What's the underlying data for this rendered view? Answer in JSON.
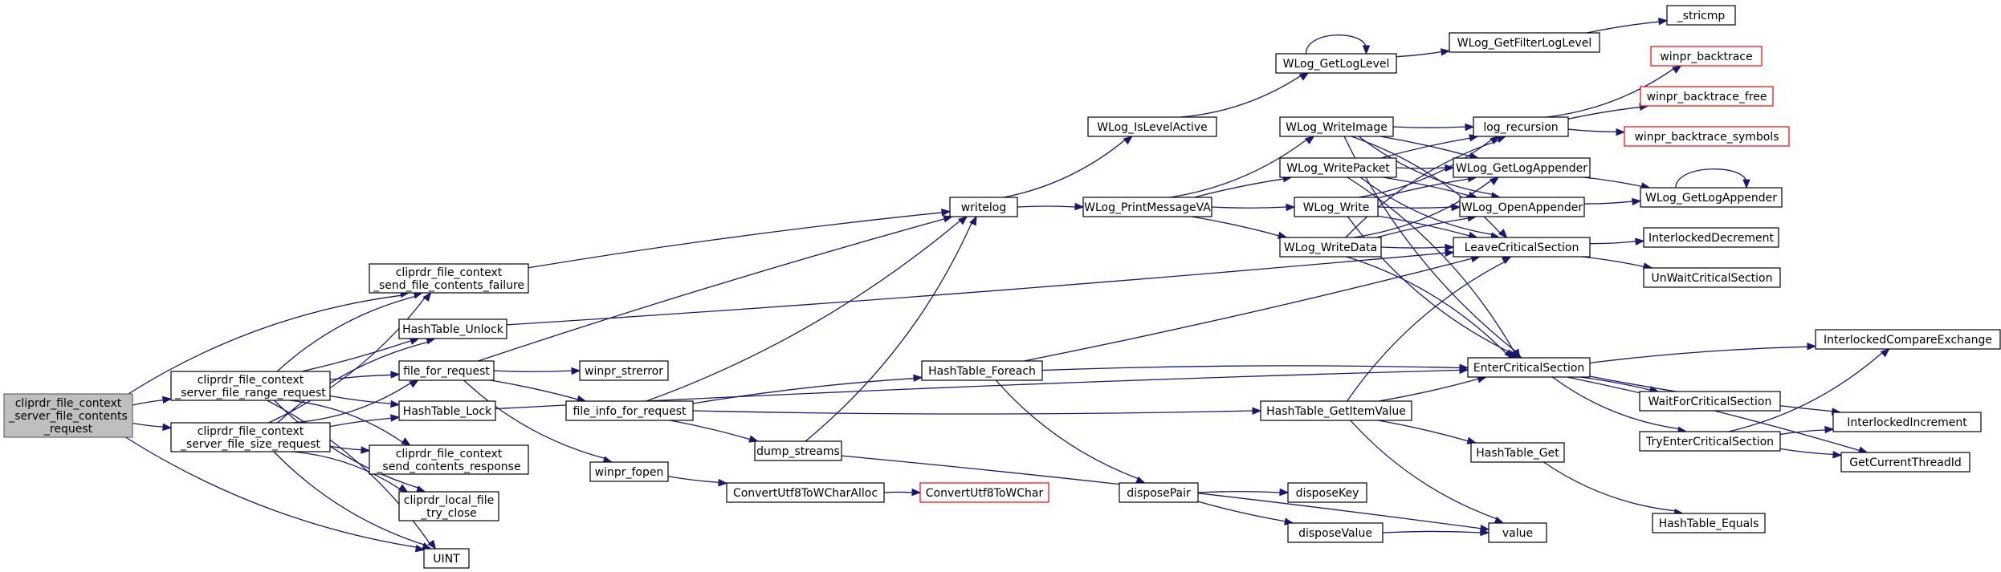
{
  "colors": {
    "edge": "#191970",
    "node_fill": "#ffffff",
    "node_border": "#000000",
    "missing_border": "#ff0000",
    "focus_fill": "#bfbfbf",
    "focus_border": "#666666"
  },
  "nodes": [
    {
      "id": "root",
      "lines": [
        "cliprdr_file_context",
        "_server_file_contents",
        "_request"
      ],
      "style": "focus"
    },
    {
      "id": "range_req",
      "lines": [
        "cliprdr_file_context",
        "_server_file_range_request"
      ],
      "style": "normal"
    },
    {
      "id": "size_req",
      "lines": [
        "cliprdr_file_context",
        "_server_file_size_request"
      ],
      "style": "normal"
    },
    {
      "id": "send_failure",
      "lines": [
        "cliprdr_file_context",
        "_send_file_contents_failure"
      ],
      "style": "normal"
    },
    {
      "id": "ht_unlock",
      "lines": [
        "HashTable_Unlock"
      ],
      "style": "normal"
    },
    {
      "id": "file_for_request",
      "lines": [
        "file_for_request"
      ],
      "style": "normal"
    },
    {
      "id": "ht_lock",
      "lines": [
        "HashTable_Lock"
      ],
      "style": "normal"
    },
    {
      "id": "send_response",
      "lines": [
        "cliprdr_file_context",
        "_send_contents_response"
      ],
      "style": "normal"
    },
    {
      "id": "local_try_close",
      "lines": [
        "cliprdr_local_file",
        "_try_close"
      ],
      "style": "normal"
    },
    {
      "id": "uint",
      "lines": [
        "UINT"
      ],
      "style": "normal"
    },
    {
      "id": "winpr_strerror",
      "lines": [
        "winpr_strerror"
      ],
      "style": "normal"
    },
    {
      "id": "file_info_for_request",
      "lines": [
        "file_info_for_request"
      ],
      "style": "normal"
    },
    {
      "id": "winpr_fopen",
      "lines": [
        "winpr_fopen"
      ],
      "style": "normal"
    },
    {
      "id": "dump_streams",
      "lines": [
        "dump_streams"
      ],
      "style": "normal"
    },
    {
      "id": "cu8alloc",
      "lines": [
        "ConvertUtf8ToWCharAlloc"
      ],
      "style": "normal"
    },
    {
      "id": "cu8",
      "lines": [
        "ConvertUtf8ToWChar"
      ],
      "style": "missing"
    },
    {
      "id": "writelog",
      "lines": [
        "writelog"
      ],
      "style": "normal"
    },
    {
      "id": "ht_foreach",
      "lines": [
        "HashTable_Foreach"
      ],
      "style": "normal"
    },
    {
      "id": "wlog_isactive",
      "lines": [
        "WLog_IsLevelActive"
      ],
      "style": "normal"
    },
    {
      "id": "wlog_printva",
      "lines": [
        "WLog_PrintMessageVA"
      ],
      "style": "normal"
    },
    {
      "id": "ht_getitem",
      "lines": [
        "HashTable_GetItemValue"
      ],
      "style": "normal"
    },
    {
      "id": "dispose_pair",
      "lines": [
        "disposePair"
      ],
      "style": "normal"
    },
    {
      "id": "wlog_getlevel",
      "lines": [
        "WLog_GetLogLevel"
      ],
      "style": "normal"
    },
    {
      "id": "wlog_writeimage",
      "lines": [
        "WLog_WriteImage"
      ],
      "style": "normal"
    },
    {
      "id": "wlog_writepacket",
      "lines": [
        "WLog_WritePacket"
      ],
      "style": "normal"
    },
    {
      "id": "wlog_write",
      "lines": [
        "WLog_Write"
      ],
      "style": "normal"
    },
    {
      "id": "wlog_writedata",
      "lines": [
        "WLog_WriteData"
      ],
      "style": "normal"
    },
    {
      "id": "dispose_key",
      "lines": [
        "disposeKey"
      ],
      "style": "normal"
    },
    {
      "id": "dispose_value",
      "lines": [
        "disposeValue"
      ],
      "style": "normal"
    },
    {
      "id": "ht_get",
      "lines": [
        "HashTable_Get"
      ],
      "style": "normal"
    },
    {
      "id": "wlog_getfilter",
      "lines": [
        "WLog_GetFilterLogLevel"
      ],
      "style": "normal"
    },
    {
      "id": "log_recursion",
      "lines": [
        "log_recursion"
      ],
      "style": "normal"
    },
    {
      "id": "wlog_getlogappender1",
      "lines": [
        "WLog_GetLogAppender"
      ],
      "style": "normal"
    },
    {
      "id": "wlog_openappender",
      "lines": [
        "WLog_OpenAppender"
      ],
      "style": "normal"
    },
    {
      "id": "leave_cs",
      "lines": [
        "LeaveCriticalSection"
      ],
      "style": "normal"
    },
    {
      "id": "enter_cs",
      "lines": [
        "EnterCriticalSection"
      ],
      "style": "normal"
    },
    {
      "id": "value",
      "lines": [
        "value"
      ],
      "style": "normal"
    },
    {
      "id": "stricmp",
      "lines": [
        "_stricmp"
      ],
      "style": "normal"
    },
    {
      "id": "bt",
      "lines": [
        "winpr_backtrace"
      ],
      "style": "missing"
    },
    {
      "id": "bt_free",
      "lines": [
        "winpr_backtrace_free"
      ],
      "style": "missing"
    },
    {
      "id": "bt_symbols",
      "lines": [
        "winpr_backtrace_symbols"
      ],
      "style": "missing"
    },
    {
      "id": "wlog_getlogappender2",
      "lines": [
        "WLog_GetLogAppender"
      ],
      "style": "normal"
    },
    {
      "id": "interlocked_dec",
      "lines": [
        "InterlockedDecrement"
      ],
      "style": "normal"
    },
    {
      "id": "unwait_cs",
      "lines": [
        "UnWaitCriticalSection"
      ],
      "style": "normal"
    },
    {
      "id": "interlocked_cmpx",
      "lines": [
        "InterlockedCompareExchange"
      ],
      "style": "normal"
    },
    {
      "id": "wait_cs",
      "lines": [
        "WaitForCriticalSection"
      ],
      "style": "normal"
    },
    {
      "id": "try_enter_cs",
      "lines": [
        "TryEnterCriticalSection"
      ],
      "style": "normal"
    },
    {
      "id": "interlocked_inc",
      "lines": [
        "InterlockedIncrement"
      ],
      "style": "normal"
    },
    {
      "id": "get_thread_id",
      "lines": [
        "GetCurrentThreadId"
      ],
      "style": "normal"
    },
    {
      "id": "ht_equals",
      "lines": [
        "HashTable_Equals"
      ],
      "style": "normal"
    }
  ],
  "edges": [
    [
      "root",
      "range_req"
    ],
    [
      "root",
      "size_req"
    ],
    [
      "root",
      "send_failure"
    ],
    [
      "root",
      "uint"
    ],
    [
      "range_req",
      "send_failure"
    ],
    [
      "range_req",
      "ht_unlock"
    ],
    [
      "range_req",
      "file_for_request"
    ],
    [
      "range_req",
      "ht_lock"
    ],
    [
      "range_req",
      "send_response"
    ],
    [
      "range_req",
      "local_try_close"
    ],
    [
      "range_req",
      "uint"
    ],
    [
      "size_req",
      "send_failure"
    ],
    [
      "size_req",
      "ht_unlock"
    ],
    [
      "size_req",
      "file_for_request"
    ],
    [
      "size_req",
      "ht_lock"
    ],
    [
      "size_req",
      "send_response"
    ],
    [
      "size_req",
      "local_try_close"
    ],
    [
      "size_req",
      "uint"
    ],
    [
      "send_failure",
      "writelog"
    ],
    [
      "ht_unlock",
      "leave_cs"
    ],
    [
      "file_for_request",
      "writelog"
    ],
    [
      "file_for_request",
      "winpr_strerror"
    ],
    [
      "file_for_request",
      "file_info_for_request"
    ],
    [
      "file_for_request",
      "winpr_fopen"
    ],
    [
      "ht_lock",
      "enter_cs"
    ],
    [
      "file_info_for_request",
      "writelog"
    ],
    [
      "file_info_for_request",
      "ht_foreach"
    ],
    [
      "file_info_for_request",
      "ht_getitem"
    ],
    [
      "file_info_for_request",
      "dump_streams"
    ],
    [
      "winpr_fopen",
      "cu8alloc"
    ],
    [
      "cu8alloc",
      "cu8"
    ],
    [
      "dump_streams",
      "writelog"
    ],
    [
      "dump_streams",
      "value"
    ],
    [
      "writelog",
      "wlog_isactive"
    ],
    [
      "writelog",
      "wlog_printva"
    ],
    [
      "wlog_isactive",
      "wlog_getlevel"
    ],
    [
      "wlog_getlevel",
      "wlog_getlevel"
    ],
    [
      "wlog_getlevel",
      "wlog_getfilter"
    ],
    [
      "wlog_getfilter",
      "stricmp"
    ],
    [
      "wlog_printva",
      "wlog_writeimage"
    ],
    [
      "wlog_printva",
      "wlog_writepacket"
    ],
    [
      "wlog_printva",
      "wlog_write"
    ],
    [
      "wlog_printva",
      "wlog_writedata"
    ],
    [
      "wlog_writeimage",
      "log_recursion"
    ],
    [
      "wlog_writeimage",
      "wlog_getlogappender1"
    ],
    [
      "wlog_writeimage",
      "wlog_openappender"
    ],
    [
      "wlog_writeimage",
      "leave_cs"
    ],
    [
      "wlog_writeimage",
      "enter_cs"
    ],
    [
      "wlog_writepacket",
      "log_recursion"
    ],
    [
      "wlog_writepacket",
      "wlog_getlogappender1"
    ],
    [
      "wlog_writepacket",
      "wlog_openappender"
    ],
    [
      "wlog_writepacket",
      "leave_cs"
    ],
    [
      "wlog_writepacket",
      "enter_cs"
    ],
    [
      "wlog_write",
      "log_recursion"
    ],
    [
      "wlog_write",
      "wlog_getlogappender1"
    ],
    [
      "wlog_write",
      "wlog_openappender"
    ],
    [
      "wlog_write",
      "leave_cs"
    ],
    [
      "wlog_write",
      "enter_cs"
    ],
    [
      "wlog_writedata",
      "log_recursion"
    ],
    [
      "wlog_writedata",
      "wlog_getlogappender1"
    ],
    [
      "wlog_writedata",
      "wlog_openappender"
    ],
    [
      "wlog_writedata",
      "leave_cs"
    ],
    [
      "wlog_writedata",
      "enter_cs"
    ],
    [
      "log_recursion",
      "bt"
    ],
    [
      "log_recursion",
      "bt_free"
    ],
    [
      "log_recursion",
      "bt_symbols"
    ],
    [
      "wlog_getlogappender1",
      "wlog_getlogappender2"
    ],
    [
      "wlog_openappender",
      "wlog_getlogappender2"
    ],
    [
      "wlog_getlogappender2",
      "wlog_getlogappender2"
    ],
    [
      "leave_cs",
      "interlocked_dec"
    ],
    [
      "leave_cs",
      "unwait_cs"
    ],
    [
      "ht_foreach",
      "leave_cs"
    ],
    [
      "ht_foreach",
      "enter_cs"
    ],
    [
      "ht_foreach",
      "dispose_pair"
    ],
    [
      "ht_getitem",
      "leave_cs"
    ],
    [
      "ht_getitem",
      "enter_cs"
    ],
    [
      "ht_getitem",
      "ht_get"
    ],
    [
      "ht_getitem",
      "value"
    ],
    [
      "dispose_pair",
      "dispose_key"
    ],
    [
      "dispose_pair",
      "dispose_value"
    ],
    [
      "dispose_value",
      "value"
    ],
    [
      "ht_get",
      "ht_equals"
    ],
    [
      "enter_cs",
      "interlocked_cmpx"
    ],
    [
      "enter_cs",
      "interlocked_inc"
    ],
    [
      "enter_cs",
      "wait_cs"
    ],
    [
      "enter_cs",
      "try_enter_cs"
    ],
    [
      "enter_cs",
      "get_thread_id"
    ],
    [
      "try_enter_cs",
      "interlocked_cmpx"
    ],
    [
      "try_enter_cs",
      "interlocked_inc"
    ],
    [
      "try_enter_cs",
      "get_thread_id"
    ]
  ]
}
